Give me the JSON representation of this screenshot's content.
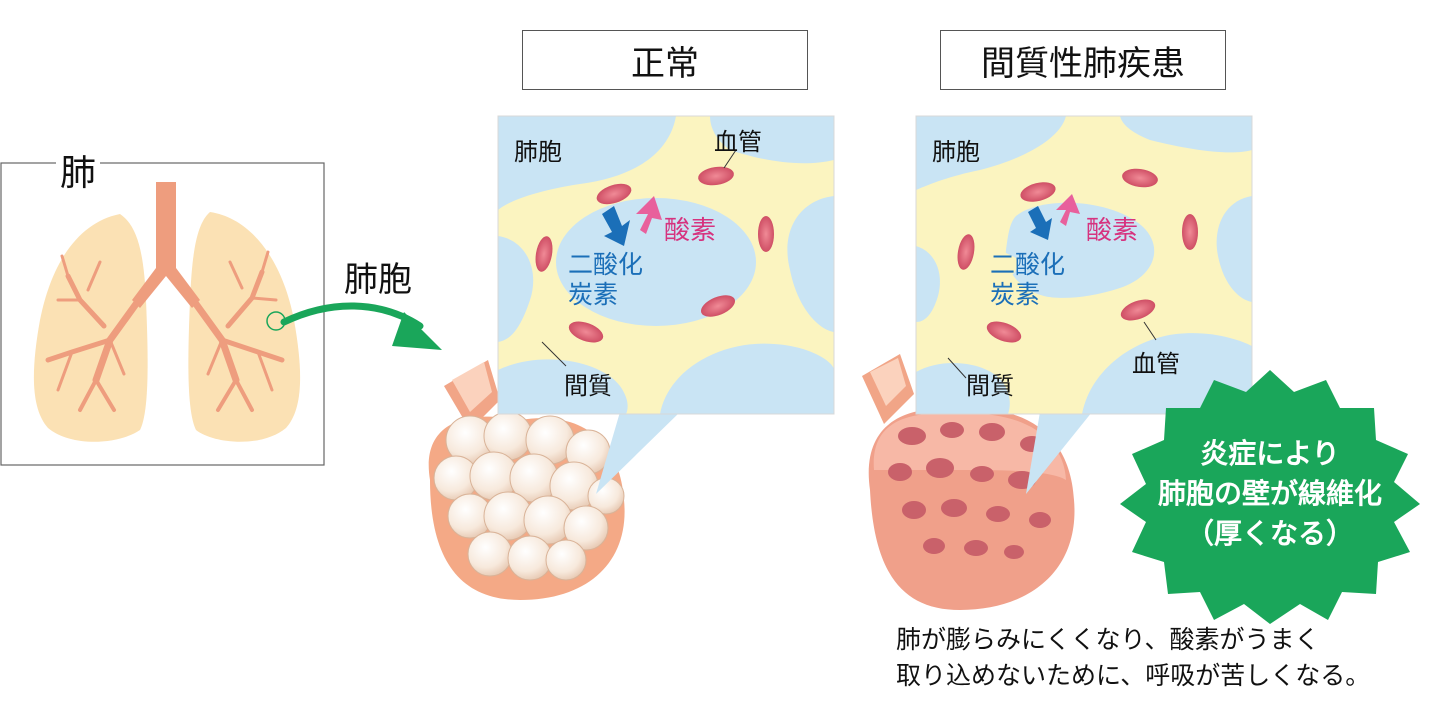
{
  "lung": {
    "title": "肺"
  },
  "arrow_label": "肺胞",
  "normal": {
    "title": "正常",
    "alveolus_label": "肺胞",
    "vessel_label": "血管",
    "oxygen_label": "酸素",
    "co2_label": "二酸化\n炭素",
    "interstitium_label": "間質"
  },
  "disease": {
    "title": "間質性肺疾患",
    "alveolus_label": "肺胞",
    "vessel_label": "血管",
    "oxygen_label": "酸素",
    "co2_label": "二酸化\n炭素",
    "interstitium_label": "間質"
  },
  "burst": {
    "line1": "炎症により",
    "line2": "肺胞の壁が線維化",
    "line3": "（厚くなる）"
  },
  "note": {
    "line1": "肺が膨らみにくくなり、酸素がうまく",
    "line2": "取り込めないために、呼吸が苦しくなる。"
  },
  "colors": {
    "alveolus_fill": "#c9e4f4",
    "interstitium_fill": "#fbf4c0",
    "lung_fill": "#fbe1b4",
    "bronchi": "#ee9d7e",
    "red_cell": "#d85a6e",
    "co2_arrow": "#1b6fb8",
    "o2_arrow": "#e8609c",
    "green": "#1aa65a",
    "diseased_tissue": "#f2a593"
  }
}
